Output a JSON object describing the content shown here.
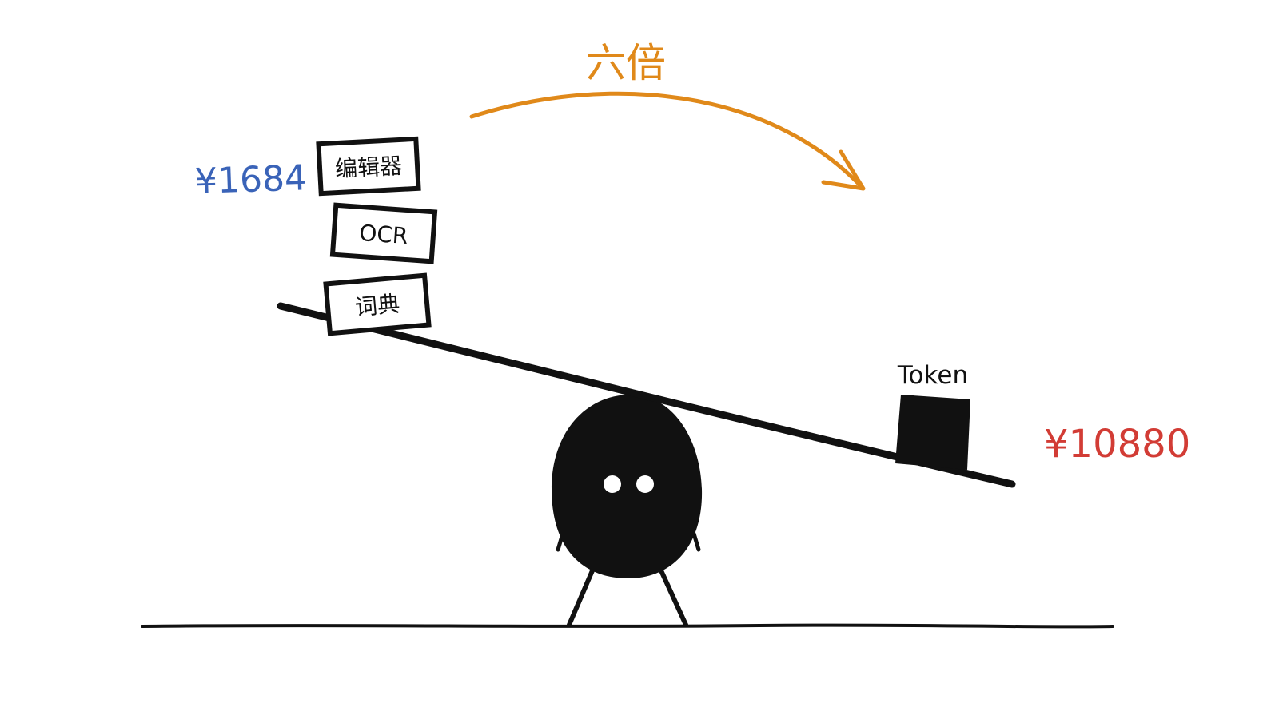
{
  "multiplier_label": "六倍",
  "left_side": {
    "price": "¥1684",
    "items": [
      "编辑器",
      "OCR",
      "词典"
    ]
  },
  "right_side": {
    "label": "Token",
    "price": "¥10880"
  },
  "colors": {
    "ink": "#111111",
    "arrow_orange": "#e0891a",
    "left_price_blue": "#3a63b8",
    "right_price_red": "#d23c35",
    "background": "#ffffff"
  }
}
